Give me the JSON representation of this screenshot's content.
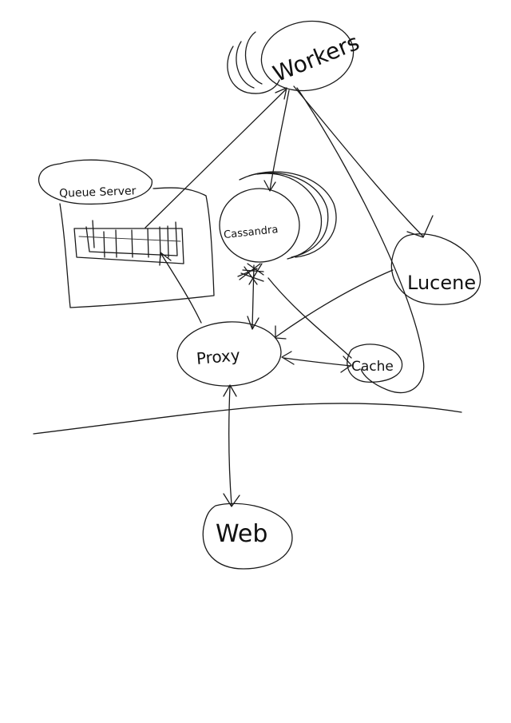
{
  "diagram": {
    "nodes": {
      "workers": "Workers",
      "queue_server": "Queue Server",
      "cassandra": "Cassandra",
      "lucene": "Lucene",
      "proxy": "Proxy",
      "cache": "Cache",
      "web": "Web"
    },
    "edges": [
      {
        "from": "Queue Server",
        "to": "Workers"
      },
      {
        "from": "Workers",
        "to": "Cassandra"
      },
      {
        "from": "Workers",
        "to": "Lucene"
      },
      {
        "from": "Workers",
        "to": "Cache"
      },
      {
        "from": "Proxy",
        "to": "Queue Server"
      },
      {
        "from": "Proxy",
        "to": "Cassandra"
      },
      {
        "from": "Lucene",
        "to": "Proxy"
      },
      {
        "from": "Proxy",
        "to": "Cache"
      },
      {
        "from": "Cassandra",
        "to": "Cache"
      },
      {
        "from": "Web",
        "to": "Proxy"
      }
    ],
    "style": "hand-drawn ink sketch on white paper",
    "ink_color": "#1a1a1a"
  }
}
